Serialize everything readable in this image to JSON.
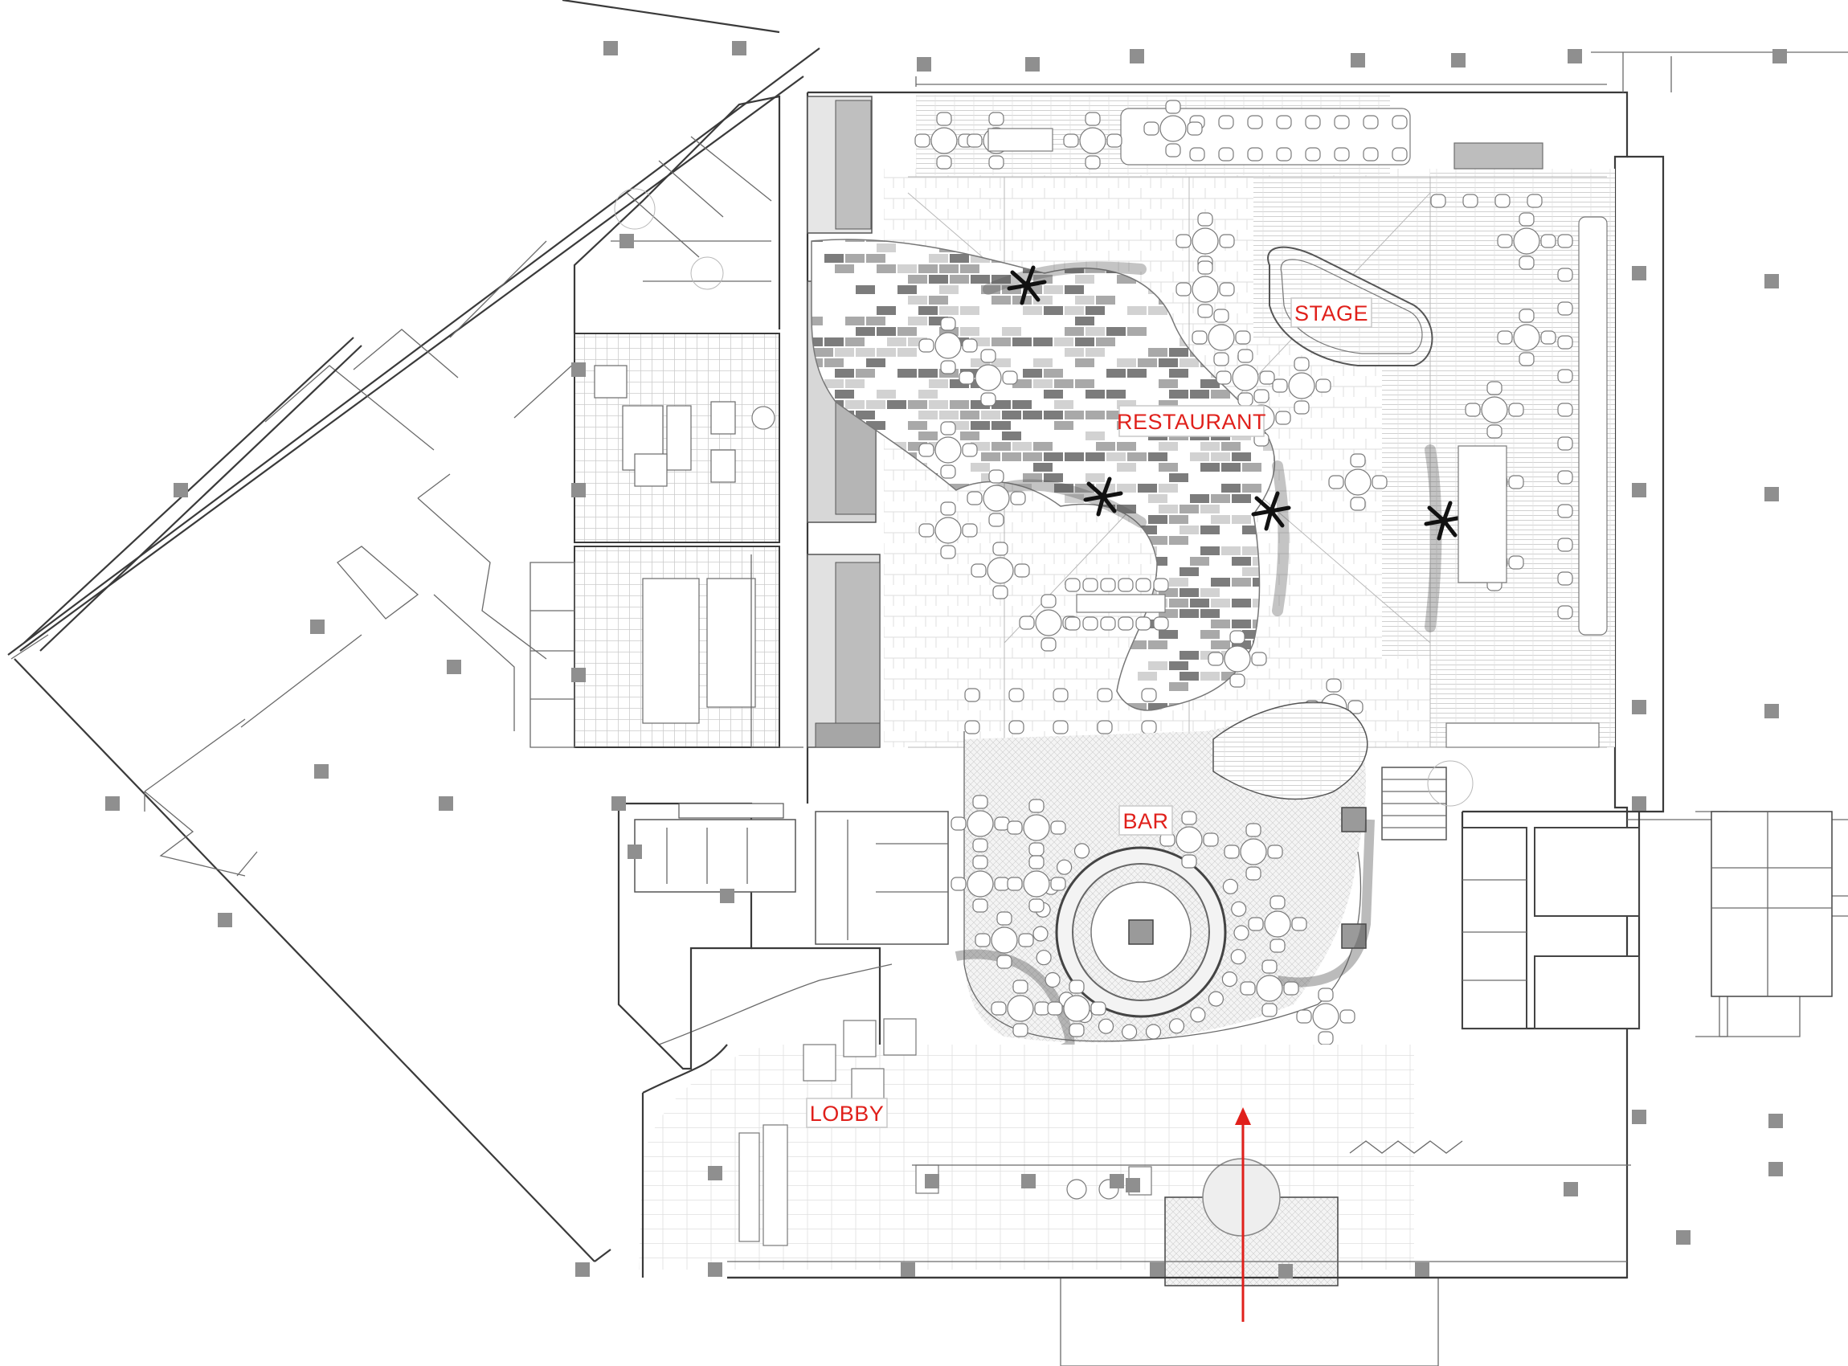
{
  "labels": {
    "stage": "STAGE",
    "restaurant": "RESTAURANT",
    "bar": "BAR",
    "lobby": "LOBBY"
  },
  "colors": {
    "label_text": "#e0201b",
    "entry_arrow": "#e0201b",
    "linework": "#3a3a3a",
    "tile_dark": "#7c7c7c",
    "tile_mid": "#a9a9a9",
    "tile_light": "#d2d2d2",
    "column": "#8f8f8f"
  },
  "icons": {
    "entry": "arrow-up-icon",
    "planter": "palm-plant-icon"
  }
}
